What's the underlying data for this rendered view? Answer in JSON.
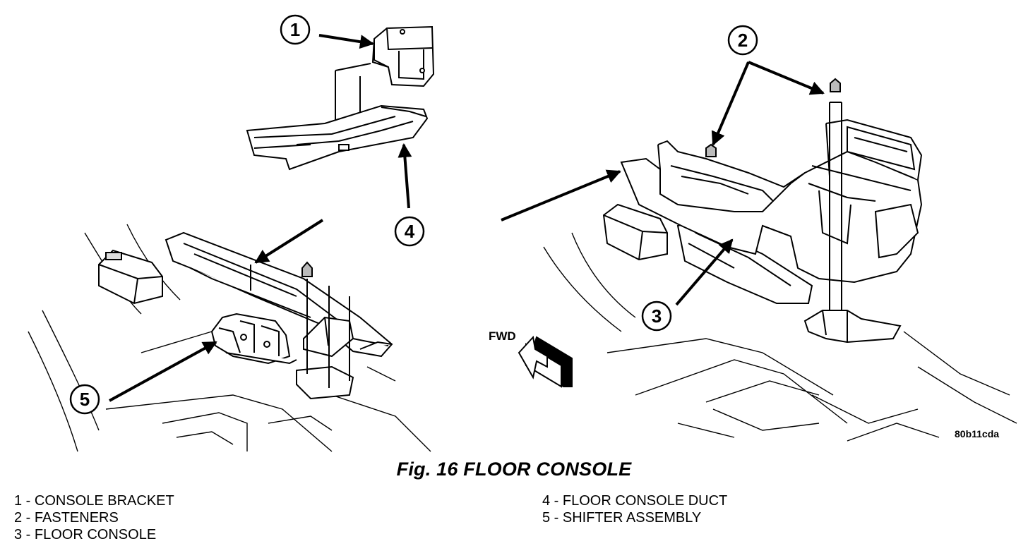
{
  "diagram": {
    "callouts": [
      "1",
      "2",
      "3",
      "4",
      "5"
    ],
    "direction_label": "FWD",
    "image_code": "80b11cda"
  },
  "caption": "Fig. 16 FLOOR CONSOLE",
  "legend": {
    "left": [
      "1 - CONSOLE BRACKET",
      "2 - FASTENERS",
      "3 - FLOOR CONSOLE"
    ],
    "right": [
      "4 - FLOOR CONSOLE DUCT",
      "5 - SHIFTER ASSEMBLY"
    ]
  }
}
